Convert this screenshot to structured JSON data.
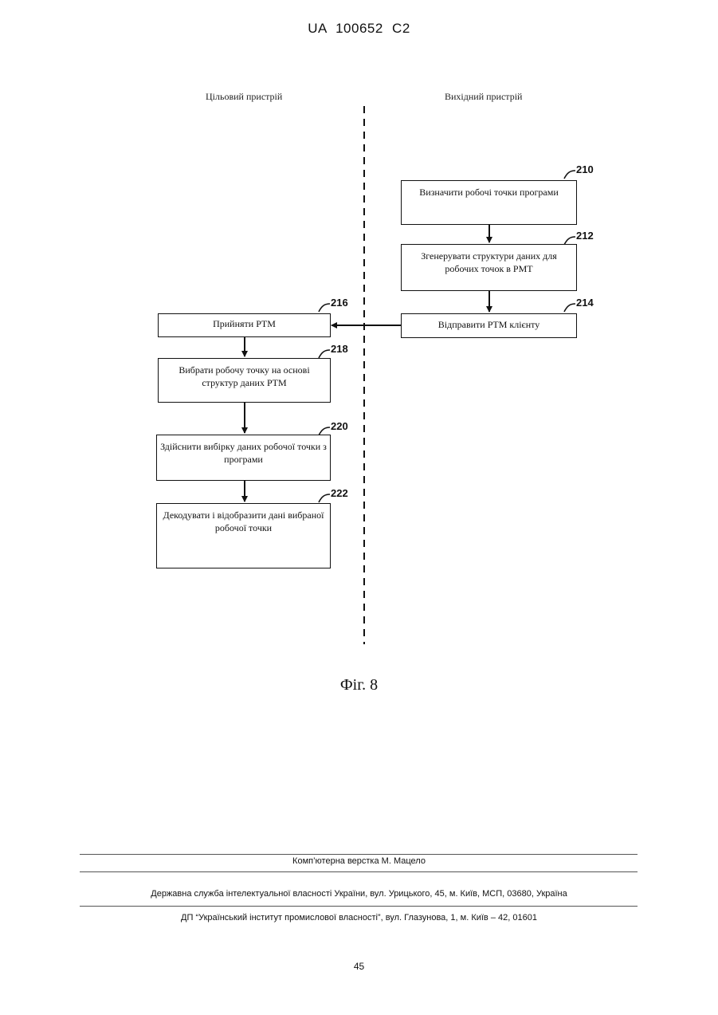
{
  "header": {
    "patent_number": "UA   100652   C2"
  },
  "diagram": {
    "left_column_title": "Цільовий пристрій",
    "right_column_title": "Вихідний пристрій",
    "steps": [
      {
        "id": "210",
        "text": "Визначити робочі точки програми"
      },
      {
        "id": "212",
        "text": "Згенерувати структури даних для робочих точок в PMT"
      },
      {
        "id": "214",
        "text": "Відправити PTM клієнту"
      },
      {
        "id": "216",
        "text": "Прийняти PTM"
      },
      {
        "id": "218",
        "text": "Вибрати робочу точку на основі структур даних PTM"
      },
      {
        "id": "220",
        "text": "Здійснити вибірку даних робочої точки з програми"
      },
      {
        "id": "222",
        "text": "Декодувати і відобразити дані вибраної робочої точки"
      }
    ]
  },
  "figure_caption": "Фіг. 8",
  "footer": {
    "typesetting": "Комп’ютерна верстка М. Мацело",
    "agency": "Державна служба інтелектуальної власності України, вул. Урицького, 45, м. Київ, МСП, 03680, Україна",
    "institute": "ДП “Український інститут промислової власності”, вул. Глазунова, 1, м. Київ – 42, 01601",
    "page_number": "45"
  }
}
